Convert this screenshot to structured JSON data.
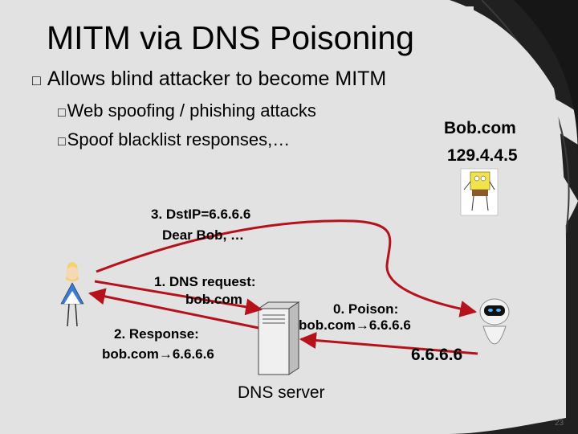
{
  "title": "MITM via DNS Poisoning",
  "bullet_marker": "□",
  "sub_marker": "□",
  "bullets": {
    "main": "Allows blind attacker to become MITM",
    "sub1": "Web spoofing / phishing attacks",
    "sub2": "Spoof blacklist responses,…"
  },
  "bob": {
    "name": "Bob.com",
    "ip": "129.4.4.5"
  },
  "arrows": {
    "dst_line1": "3. DstIP=6.6.6.6",
    "dst_line2": "Dear Bob,   …",
    "request_line1": "1. DNS request:",
    "request_line2": "bob.com",
    "response_line1": "2. Response:",
    "response_line2": "bob.com→6.6.6.6",
    "poison_line1": "0. Poison:",
    "poison_line2": "bob.com→6.6.6.6"
  },
  "attacker_ip": "6.6.6.6",
  "dns_server_label": "DNS server",
  "page_number": "23",
  "colors": {
    "arrow": "#b5121b",
    "background": "#e2e2e2",
    "dark_band": "#202020"
  },
  "icons": [
    "alice-figure-icon",
    "spongebob-figure-icon",
    "eve-robot-icon",
    "server-tower-icon"
  ]
}
